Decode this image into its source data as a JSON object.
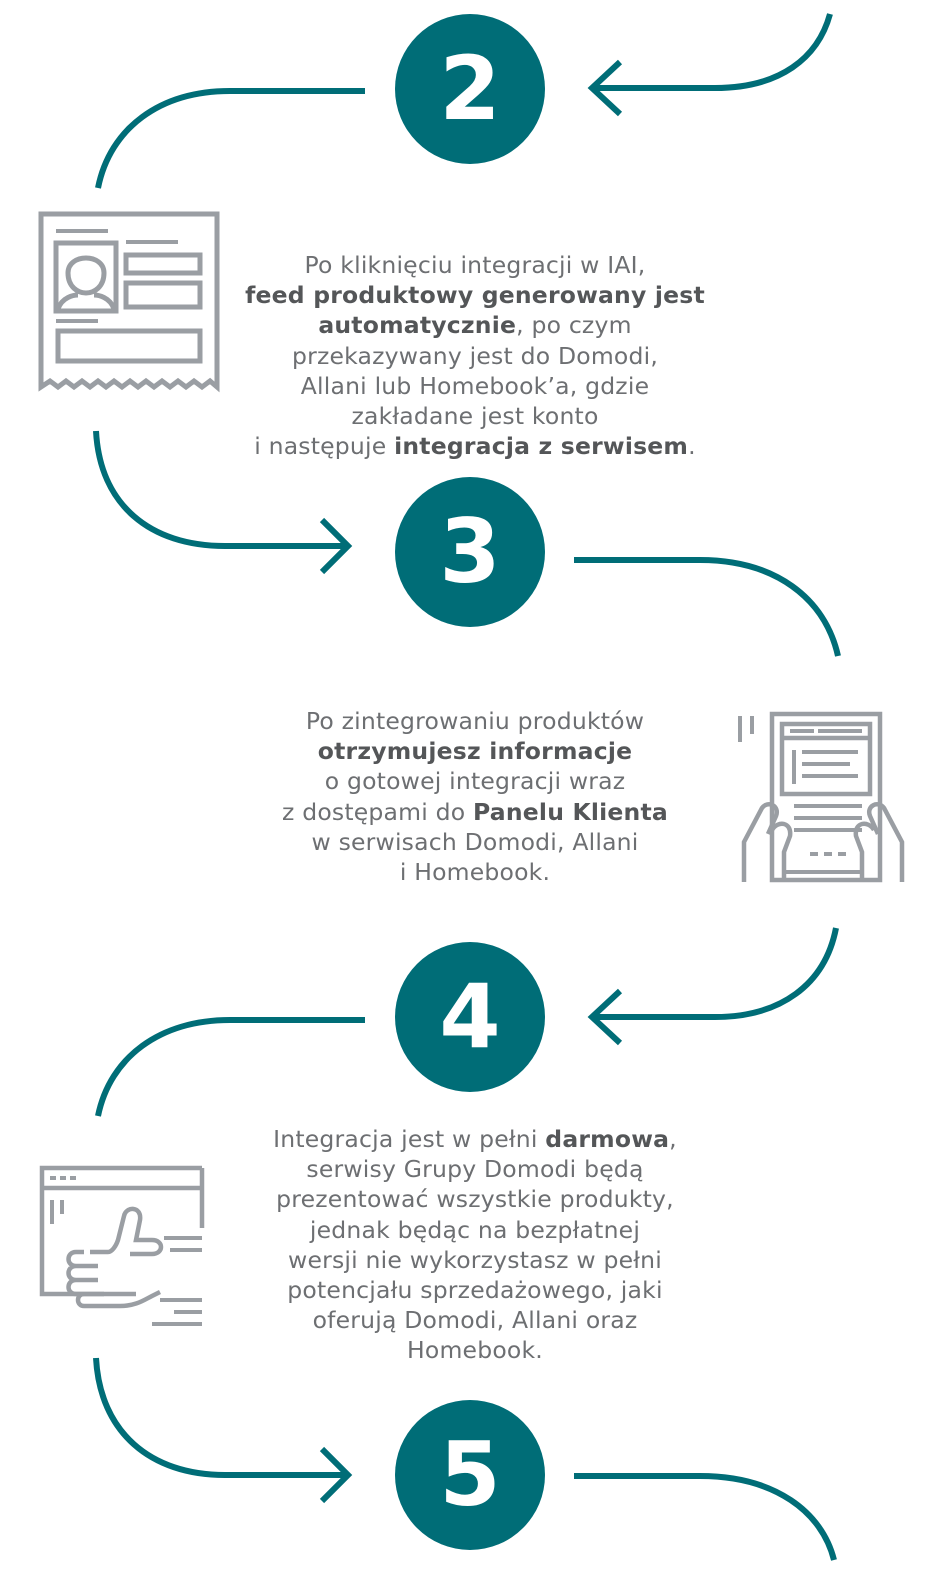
{
  "colors": {
    "accent": "#006d77",
    "text": "#6d6f72",
    "text_bold": "#545658",
    "icon_gray": "#9a9ea3"
  },
  "steps": [
    {
      "number": "2",
      "icon": "profile-document-icon",
      "lines": [
        [
          {
            "t": "Po kliknięciu integracji w IAI,"
          }
        ],
        [
          {
            "t": "feed produktowy generowany jest",
            "b": true
          }
        ],
        [
          {
            "t": "automatycznie",
            "b": true
          },
          {
            "t": ", po czym"
          }
        ],
        [
          {
            "t": "przekazywany jest do Domodi,"
          }
        ],
        [
          {
            "t": "Allani lub Homebook’a, gdzie"
          }
        ],
        [
          {
            "t": "zakładane jest konto"
          }
        ],
        [
          {
            "t": "i następuje "
          },
          {
            "t": "integracja z serwisem",
            "b": true
          },
          {
            "t": "."
          }
        ]
      ]
    },
    {
      "number": "3",
      "icon": "tablet-in-hands-icon",
      "lines": [
        [
          {
            "t": "Po zintegrowaniu produktów"
          }
        ],
        [
          {
            "t": "otrzymujesz informacje",
            "b": true
          }
        ],
        [
          {
            "t": "o gotowej integracji wraz"
          }
        ],
        [
          {
            "t": "z dostępami do "
          },
          {
            "t": "Panelu Klienta",
            "b": true
          }
        ],
        [
          {
            "t": "w serwisach Domodi, Allani"
          }
        ],
        [
          {
            "t": "i Homebook."
          }
        ]
      ]
    },
    {
      "number": "4",
      "icon": "thumbs-up-browser-icon",
      "lines": [
        [
          {
            "t": "Integracja jest w pełni "
          },
          {
            "t": "darmowa",
            "b": true
          },
          {
            "t": ","
          }
        ],
        [
          {
            "t": "serwisy Grupy Domodi będą"
          }
        ],
        [
          {
            "t": "prezentować wszystkie produkty,"
          }
        ],
        [
          {
            "t": "jednak będąc na bezpłatnej"
          }
        ],
        [
          {
            "t": "wersji nie wykorzystasz w pełni"
          }
        ],
        [
          {
            "t": "potencjału sprzedażowego, jaki"
          }
        ],
        [
          {
            "t": "oferują Domodi, Allani oraz"
          }
        ],
        [
          {
            "t": "Homebook."
          }
        ]
      ]
    },
    {
      "number": "5",
      "icon": null,
      "lines": []
    }
  ]
}
